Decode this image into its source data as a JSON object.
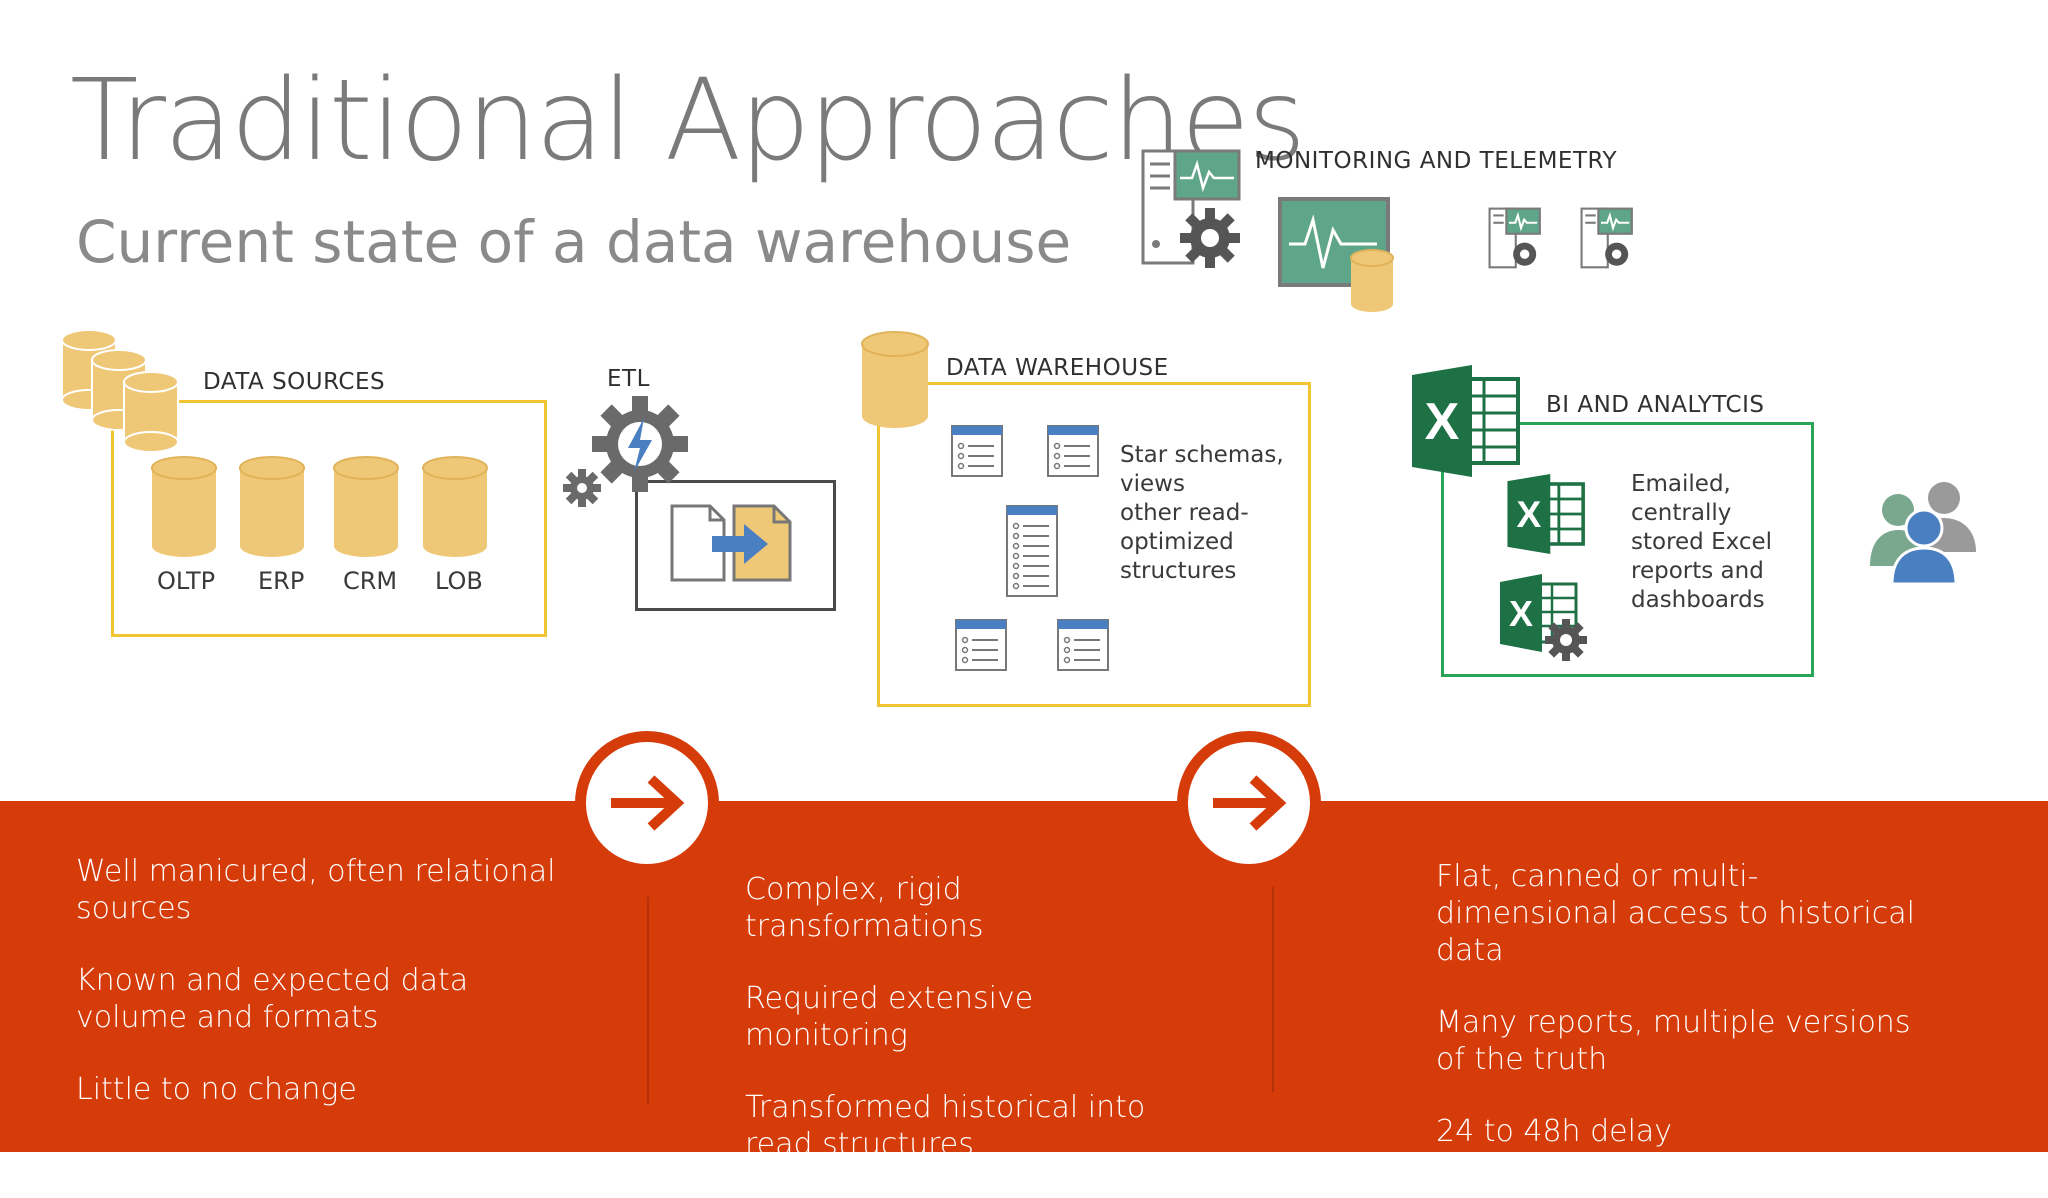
{
  "title": "Traditional Approaches",
  "subtitle": "Current state of a data warehouse",
  "monitoring": {
    "label": "MONITORING AND TELEMETRY"
  },
  "data_sources": {
    "label": "DATA SOURCES",
    "items": [
      "OLTP",
      "ERP",
      "CRM",
      "LOB"
    ]
  },
  "etl": {
    "label": "ETL"
  },
  "data_warehouse": {
    "label": "DATA WAREHOUSE",
    "description": [
      "Star schemas,",
      "views",
      "other read-",
      "optimized",
      "structures"
    ]
  },
  "bi": {
    "label": "BI AND ANALYTCIS",
    "description": [
      "Emailed,",
      "centrally",
      "stored Excel",
      "reports and",
      "dashboards"
    ]
  },
  "columns": [
    {
      "lines": [
        "Well manicured, often relational sources",
        "Known and expected data volume and formats",
        "Little to no change"
      ]
    },
    {
      "lines": [
        "Complex, rigid transformations",
        "Required extensive monitoring",
        "Transformed historical into read structures"
      ]
    },
    {
      "lines": [
        "Flat, canned or multi-dimensional access to historical data",
        "Many reports, multiple versions of the truth",
        "24 to 48h delay"
      ]
    }
  ],
  "colors": {
    "accent_orange": "#d63b0a",
    "source_yellow": "#f2c432",
    "cylinder_fill": "#efc877",
    "bi_green": "#2aa457",
    "excel_green": "#1e7145",
    "monitor_teal": "#5ea58a"
  },
  "icons": [
    "database-icon",
    "gear-icon",
    "lightning-icon",
    "document-transfer-icon",
    "table-icon",
    "excel-icon",
    "server-monitor-icon",
    "monitor-icon",
    "users-icon",
    "arrow-right-icon"
  ]
}
